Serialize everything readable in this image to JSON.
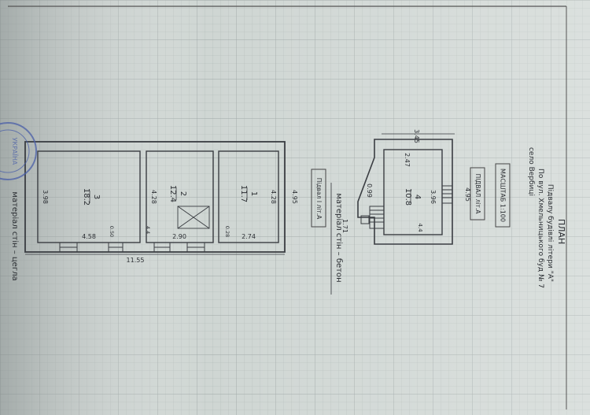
{
  "document": {
    "title": "ПЛАН",
    "subtitle_line1": "Підвалу будівлі літери \"А\"",
    "subtitle_line2": "По вул. Хмельницького буд № 7",
    "subtitle_line3": "село Вербиці",
    "scale_label": "МАСШТАБ 1:100",
    "basement_label": "ПІДВАЛ літ.А",
    "entrance_label": "Підвал І літ.А",
    "material_concrete": "матеріал стін – бетон",
    "material_brick": "матеріал стін – цегла",
    "stamp_text": "УКРАЇНА"
  },
  "left_plan": {
    "total_length": "11.55",
    "total_width": "4.95",
    "rooms": [
      {
        "number": "1",
        "area": "11.7",
        "length": "2.74",
        "width": "4.28",
        "wall": "0.28"
      },
      {
        "number": "2",
        "area": "12.4",
        "length": "2.90",
        "width": "4.28",
        "wall": "4.4"
      },
      {
        "number": "3",
        "area": "18.2",
        "length": "4.58",
        "width": "3.98",
        "wall": "0.50"
      }
    ]
  },
  "right_plan": {
    "room_number": "4",
    "room_area": "10.8",
    "top_dim": "3.45",
    "right_dim": "4.95",
    "inner_top": "2.47",
    "inner_right": "3.96",
    "small_dim": "0.99",
    "bottom_dim": "1.71",
    "wall_mark": "4.4"
  }
}
